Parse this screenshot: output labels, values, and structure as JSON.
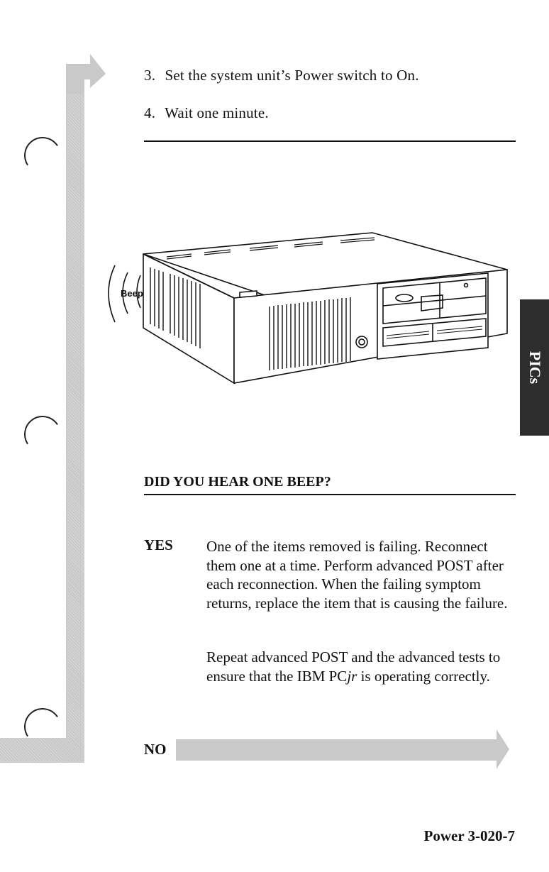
{
  "steps": [
    {
      "number": "3.",
      "text": "Set the system unit’s Power switch to On."
    },
    {
      "number": "4.",
      "text": "Wait one minute."
    }
  ],
  "figure": {
    "beep_label": "Beep",
    "icon": "pc-system-unit-illustration"
  },
  "question": "DID YOU HEAR ONE BEEP?",
  "yes": {
    "label": "YES",
    "paragraph1": "One of the items removed is failing. Reconnect them one at a time. Perform advanced POST after each reconnection. When the failing symptom returns, replace the item that is causing the failure.",
    "paragraph2_before": "Repeat advanced POST and the advanced tests to ensure that the IBM PC",
    "paragraph2_italic": "jr",
    "paragraph2_after": " is operating correctly."
  },
  "no": {
    "label": "NO"
  },
  "side_tab": "PICs",
  "footer": "Power 3-020-7",
  "colors": {
    "flow": "#c9c9c9",
    "tab": "#2d2d2d"
  }
}
